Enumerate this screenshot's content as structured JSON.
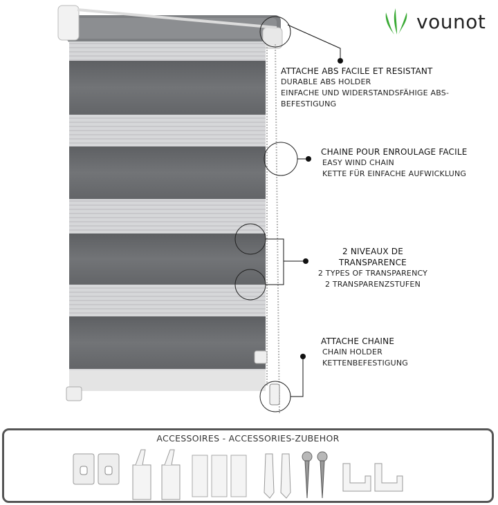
{
  "brand": {
    "name": "vounot",
    "color": "#3aaa35"
  },
  "callouts": [
    {
      "line1": "ATTACHE ABS FACILE ET RESISTANT",
      "line2": "DURABLE ABS HOLDER",
      "line3": "EINFACHE UND WIDERSTANDSFÄHIGE ABS-BEFESTIGUNG"
    },
    {
      "line1": "CHAINE POUR ENROULAGE FACILE",
      "line2": "EASY WIND CHAIN",
      "line3": "KETTE FÜR EINFACHE AUFWICKLUNG"
    },
    {
      "line1": "2 NIVEAUX DE TRANSPARENCE",
      "line2": "2 TYPES OF TRANSPARENCY",
      "line3": "2 TRANSPARENZSTUFEN"
    },
    {
      "line1": "ATTACHE CHAINE",
      "line2": "CHAIN HOLDER",
      "line3": "KETTENBEFESTIGUNG"
    }
  ],
  "accessories": {
    "title": "ACCESSOIRES - ACCESSORIES-ZUBEHOR",
    "items": [
      "wall-bracket-icon",
      "hook-bracket-icon",
      "adhesive-pad-icon",
      "wall-plug-icon",
      "screw-icon",
      "end-clip-icon"
    ]
  },
  "colors": {
    "fabric_dark": "#6b6d70",
    "fabric_sheer": "#c8c9cb",
    "accent": "#3aaa35",
    "border": "#555555"
  }
}
